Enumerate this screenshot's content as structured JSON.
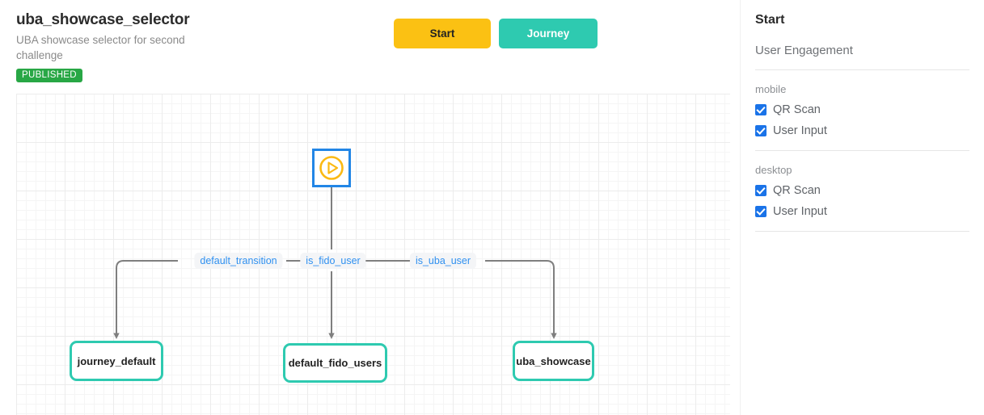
{
  "header": {
    "title": "uba_showcase_selector",
    "description": "UBA showcase selector for second challenge",
    "status": "PUBLISHED",
    "status_color": "#28a745"
  },
  "toolbar": {
    "start_label": "Start",
    "start_color": "#fbc113",
    "journey_label": "Journey",
    "journey_color": "#2ecab0"
  },
  "canvas": {
    "start_node": {
      "icon": "play-circle-icon",
      "border_color": "#2286e6",
      "icon_color": "#fbb913"
    },
    "nodes": [
      {
        "id": "journey_default",
        "label": "journey_default",
        "border_color": "#2ecab0"
      },
      {
        "id": "default_fido_users",
        "label": "default_fido_users",
        "border_color": "#2ecab0"
      },
      {
        "id": "uba_showcase",
        "label": "uba_showcase",
        "border_color": "#2ecab0"
      }
    ],
    "edge_labels": [
      {
        "id": "default_transition",
        "label": "default_transition",
        "color": "#2f90f0"
      },
      {
        "id": "is_fido_user",
        "label": "is_fido_user",
        "color": "#2f90f0"
      },
      {
        "id": "is_uba_user",
        "label": "is_uba_user",
        "color": "#2f90f0"
      }
    ],
    "edge_color": "#7f7f7f"
  },
  "sidebar": {
    "title": "Start",
    "subtitle": "User Engagement",
    "groups": [
      {
        "name": "mobile",
        "options": [
          {
            "label": "QR Scan",
            "checked": true
          },
          {
            "label": "User Input",
            "checked": true
          }
        ]
      },
      {
        "name": "desktop",
        "options": [
          {
            "label": "QR Scan",
            "checked": true
          },
          {
            "label": "User Input",
            "checked": true
          }
        ]
      }
    ],
    "checkbox_color": "#1a73e8"
  }
}
